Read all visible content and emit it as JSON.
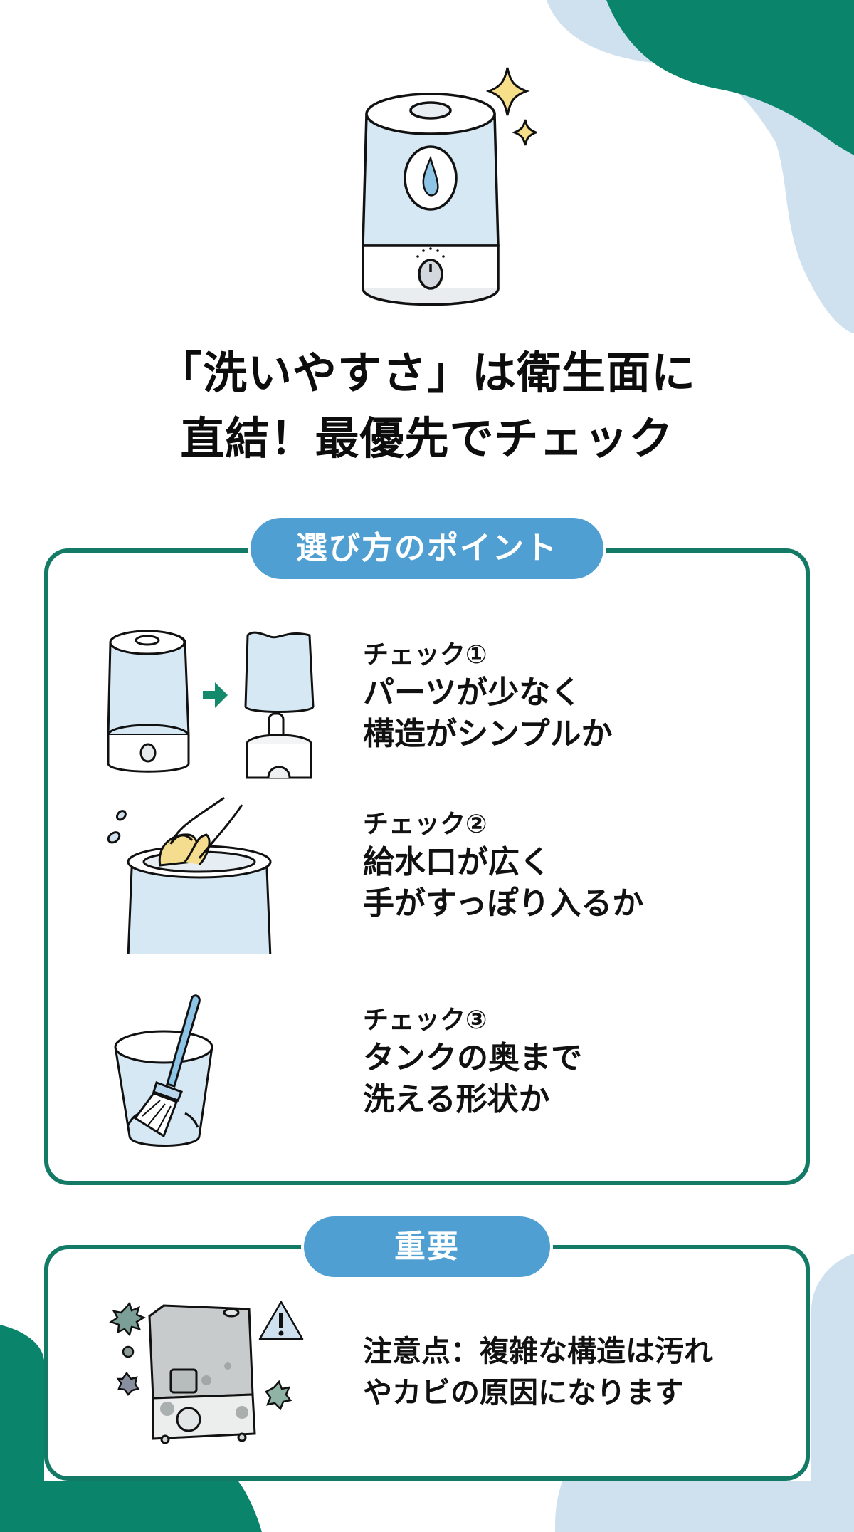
{
  "colors": {
    "accent_green": "#137a66",
    "decor_green": "#0a846b",
    "decor_light_blue": "#cfe1ef",
    "pill_blue": "#4f9fd3",
    "sparkle_yellow": "#f7df8a",
    "tank_blue": "#d6e8f4"
  },
  "hero": {
    "illustration": "humidifier-sparkling-clean-icon"
  },
  "title": {
    "line1": "「洗いやすさ」は衛生面に",
    "line2": "直結！最優先でチェック"
  },
  "points_section": {
    "label": "選び方のポイント",
    "items": [
      {
        "label": "チェック①",
        "line1": "パーツが少なく",
        "line2": "構造がシンプルか",
        "illustration": "humidifier-disassembly-icon"
      },
      {
        "label": "チェック②",
        "line1": "給水口が広く",
        "line2": "手がすっぽり入るか",
        "illustration": "hand-washing-tank-icon"
      },
      {
        "label": "チェック③",
        "line1": "タンクの奥まで",
        "line2": "洗える形状か",
        "illustration": "brush-cleaning-tank-icon"
      }
    ]
  },
  "important_section": {
    "label": "重要",
    "line1": "注意点：複雑な構造は汚れ",
    "line2": "やカビの原因になります",
    "illustration": "moldy-humidifier-warning-icon"
  }
}
